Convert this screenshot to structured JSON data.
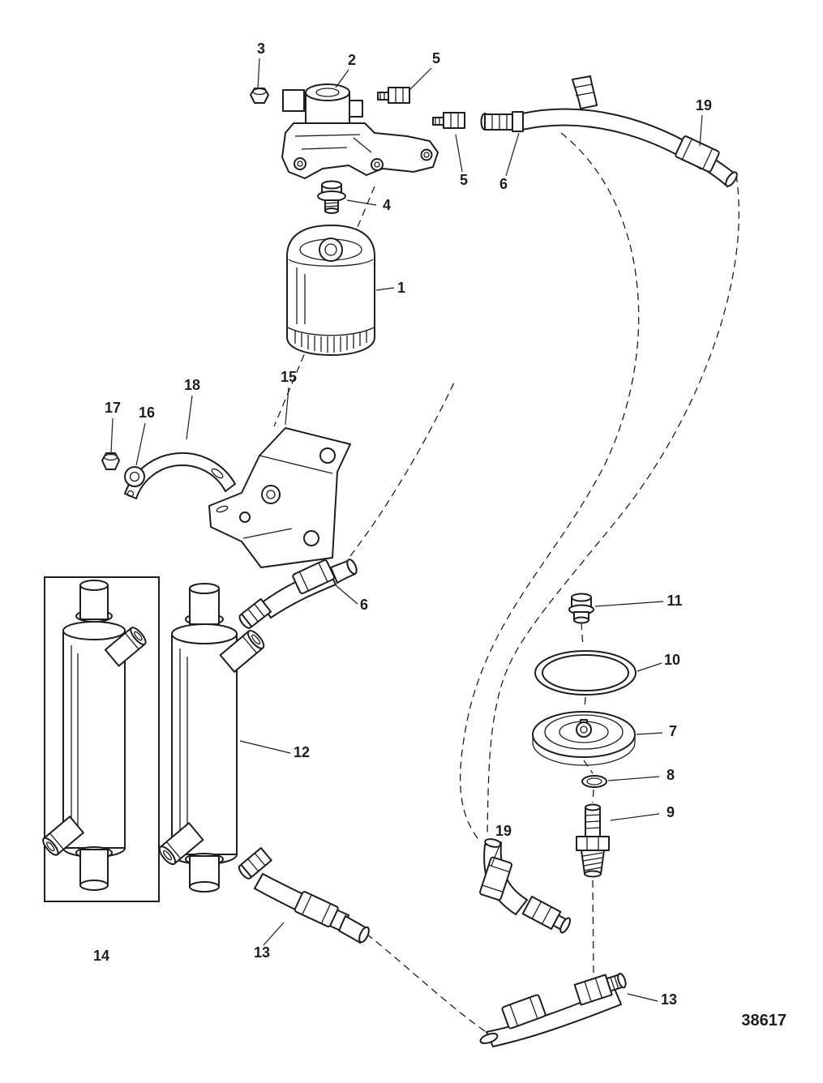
{
  "colors": {
    "ink": "#1e1e1e",
    "paper": "#ffffff"
  },
  "diagram": {
    "drawing_number": "38617",
    "callouts": [
      "3",
      "2",
      "5",
      "19",
      "5",
      "6",
      "4",
      "1",
      "18",
      "15",
      "17",
      "16",
      "6",
      "11",
      "10",
      "7",
      "8",
      "9",
      "12",
      "19",
      "14",
      "13",
      "13"
    ]
  }
}
